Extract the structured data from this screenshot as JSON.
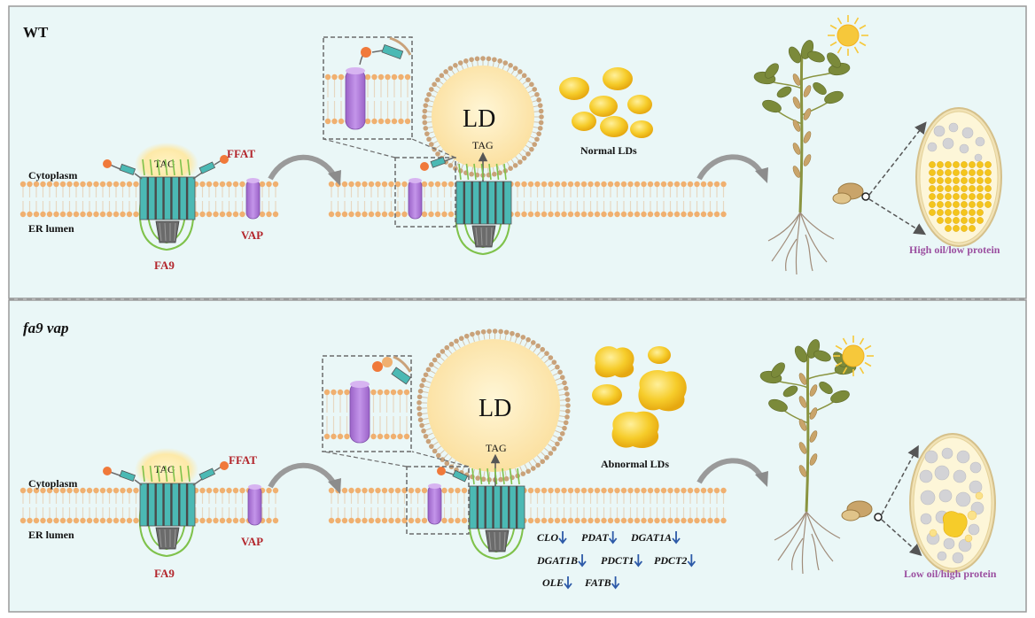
{
  "colors": {
    "panel_bg": "#eaf7f7",
    "panel_border": "#9a9a9a",
    "membrane_head": "#f0b070",
    "membrane_tail": "#e6d8c2",
    "channel_teal": "#4bb9b4",
    "channel_gray": "#6b6b6b",
    "hairpin_green": "#7fc24b",
    "vap_purple": "#b07fd6",
    "ffat_orange": "#f0793a",
    "ld_yellow": "#fbe3a0",
    "ld_shell": "#c9a27a",
    "oil_yellow": "#f4c51c",
    "red_label": "#b3262c",
    "purple_label": "#9b4fa0",
    "arrow_gray": "#8c8c8c",
    "down_arrow_blue": "#2d5aa8",
    "seed_fill": "#fdf6d8",
    "seed_gray": "#d3d3d6",
    "plant_green": "#7b8a3a",
    "sun_yellow": "#f6c83b"
  },
  "panels": [
    {
      "id": "wt",
      "title": "WT",
      "labels": {
        "cytoplasm": "Cytoplasm",
        "er_lumen": "ER lumen",
        "tag_left": "TAG",
        "ffat": "FFAT",
        "vap": "VAP",
        "fa9": "FA9",
        "ld": "LD",
        "tag_ld": "TAG",
        "lds": "Normal LDs",
        "seed_phenotype": "High oil/low protein"
      }
    },
    {
      "id": "mutant",
      "title": "fa9 vap",
      "labels": {
        "cytoplasm": "Cytoplasm",
        "er_lumen": "ER lumen",
        "tag_left": "TAG",
        "ffat": "FFAT",
        "vap": "VAP",
        "fa9": "FA9",
        "ld": "LD",
        "tag_ld": "TAG",
        "lds": "Abnormal LDs",
        "seed_phenotype": "Low oil/high protein"
      },
      "downregulated_genes": [
        "CLO",
        "PDAT",
        "DGAT1A",
        "DGAT1B",
        "PDCT1",
        "PDCT2",
        "OLE",
        "FATB"
      ]
    }
  ]
}
